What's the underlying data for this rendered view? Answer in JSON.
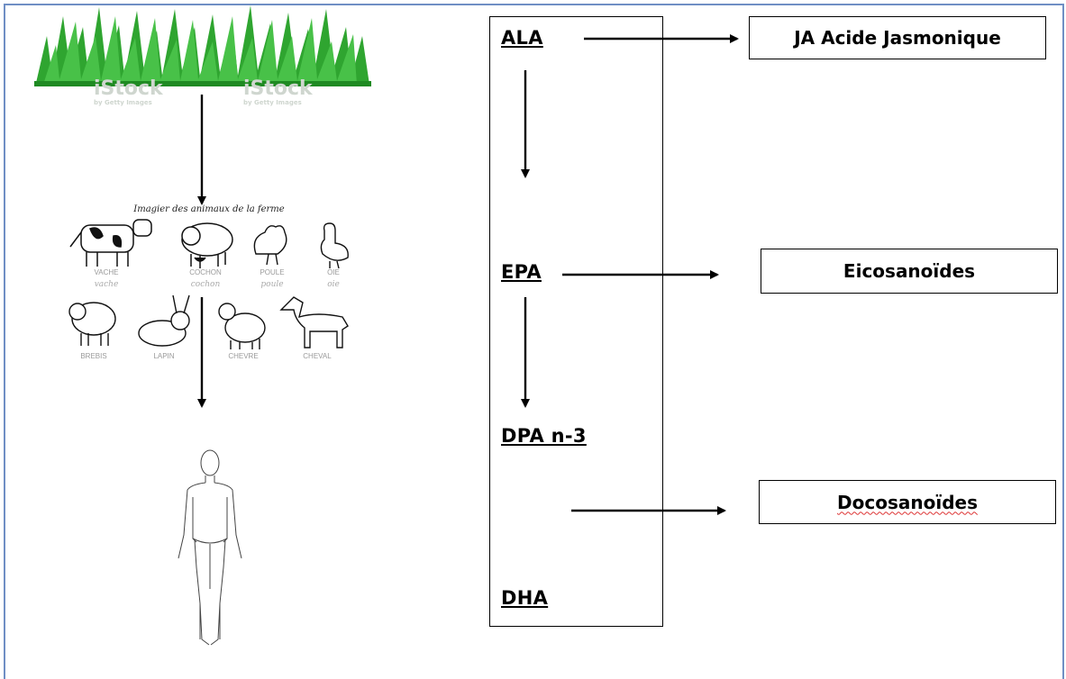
{
  "grass": {
    "watermark": "iStock",
    "watermark_sub": "by Getty Images"
  },
  "farm_sheet": {
    "title": "Imagier des animaux de la ferme",
    "animals": [
      {
        "label": "VACHE",
        "script": "vache"
      },
      {
        "label": "COCHON",
        "script": "cochon"
      },
      {
        "label": "POULE",
        "script": "poule"
      },
      {
        "label": "OIE",
        "script": "oie"
      },
      {
        "label": "BREBIS",
        "script": ""
      },
      {
        "label": "LAPIN",
        "script": ""
      },
      {
        "label": "CHEVRE",
        "script": ""
      },
      {
        "label": "CHEVAL",
        "script": ""
      }
    ]
  },
  "chain": {
    "ala": "ALA",
    "epa": "EPA",
    "dpa": "DPA n-3",
    "dha": "DHA"
  },
  "outputs": {
    "ja": "JA Acide Jasmonique",
    "eicosanoids": "Eicosanoïdes",
    "docosanoids": "Docosanoïdes"
  }
}
